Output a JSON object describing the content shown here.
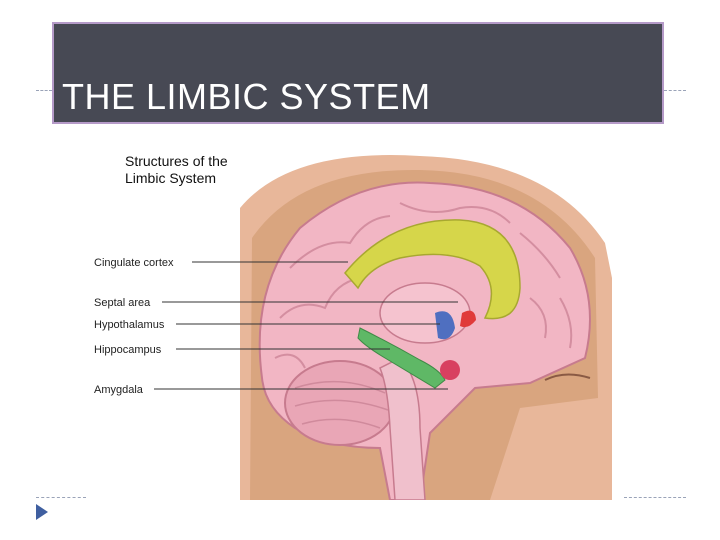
{
  "slide": {
    "title": "THE LIMBIC SYSTEM"
  },
  "figure": {
    "caption_line1": "Structures of the",
    "caption_line2": "Limbic System",
    "labels": [
      {
        "id": "cingulate",
        "text": "Cingulate cortex"
      },
      {
        "id": "septal",
        "text": "Septal area"
      },
      {
        "id": "hypothalamus",
        "text": "Hypothalamus"
      },
      {
        "id": "hippocampus",
        "text": "Hippocampus"
      },
      {
        "id": "amygdala",
        "text": "Amygdala"
      }
    ]
  },
  "colors": {
    "title_bg": "#474954",
    "title_border": "#b59ac8",
    "cingulate": "#d6d64a",
    "hippocampus": "#5fb866",
    "hypothalamus": "#4f6fc0",
    "septal": "#e03a3a",
    "amygdala": "#d84060"
  }
}
